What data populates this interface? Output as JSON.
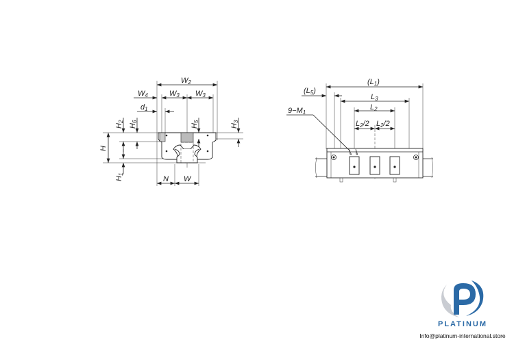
{
  "left_view": {
    "W2": {
      "main": "W",
      "sub": "2"
    },
    "W4": {
      "main": "W",
      "sub": "4"
    },
    "W3a": {
      "main": "W",
      "sub": "3"
    },
    "W3b": {
      "main": "W",
      "sub": "3"
    },
    "d1": {
      "main": "d",
      "sub": "1"
    },
    "H2": {
      "main": "H",
      "sub": "2"
    },
    "H6": {
      "main": "H",
      "sub": "6"
    },
    "H5": {
      "main": "H",
      "sub": "5"
    },
    "H3": {
      "main": "H",
      "sub": "3"
    },
    "H": "H",
    "H1": {
      "main": "H",
      "sub": "1"
    },
    "N": "N",
    "W": "W"
  },
  "right_view": {
    "L1": {
      "open": "(",
      "main": "L",
      "sub": "1",
      "close": ")"
    },
    "L5": {
      "open": "(",
      "main": "L",
      "sub": "5",
      "close": ")"
    },
    "L3": {
      "main": "L",
      "sub": "3"
    },
    "L2": {
      "main": "L",
      "sub": "2"
    },
    "L2half_a": {
      "main": "L",
      "sub": "2",
      "rest": "/2"
    },
    "L2half_b": {
      "main": "L",
      "sub": "2",
      "rest": "/2"
    },
    "M1": {
      "prefix": "9−",
      "main": "M",
      "sub": "1"
    }
  },
  "logo": {
    "brand": "PLATINUM",
    "email": "Info@platinum-international.store",
    "color": "#2b6aa6"
  }
}
